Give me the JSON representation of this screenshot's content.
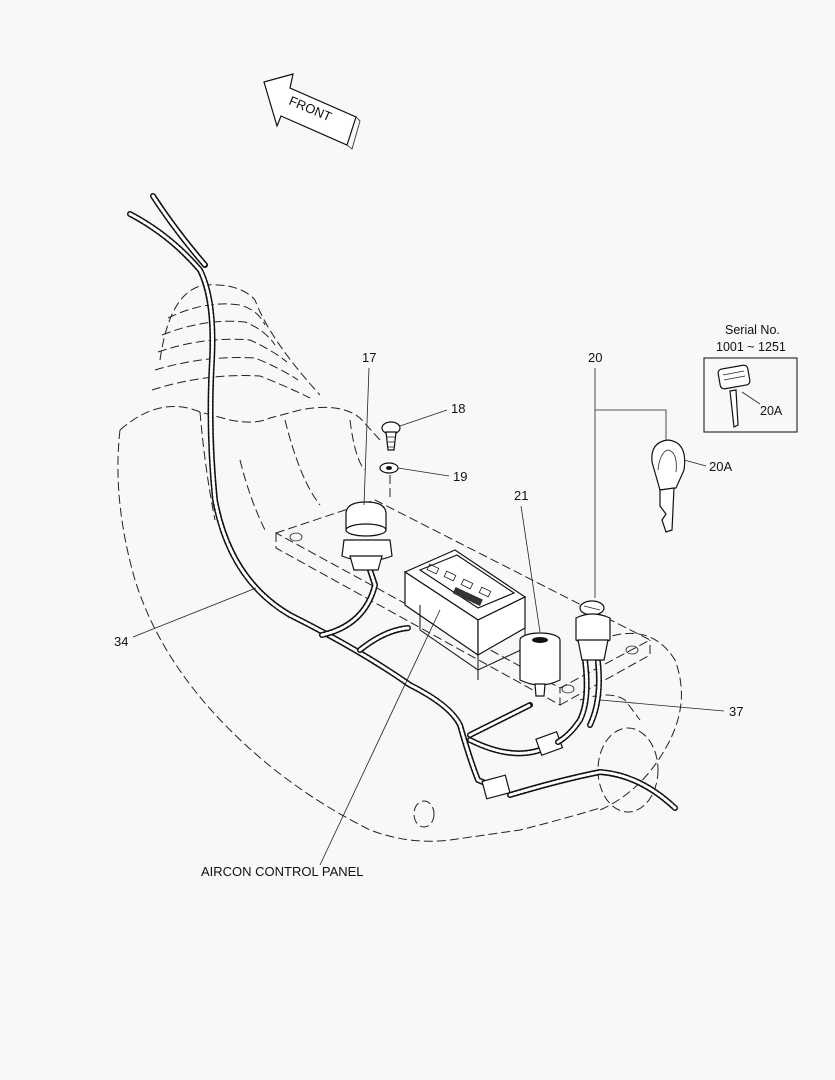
{
  "front_arrow": {
    "label": "FRONT"
  },
  "serial_box": {
    "title": "Serial No.",
    "range": "1001 ~ 1251",
    "part": "20A"
  },
  "callouts": {
    "c17": "17",
    "c18": "18",
    "c19": "19",
    "c20": "20",
    "c20a": "20A",
    "c21": "21",
    "c34": "34",
    "c37": "37",
    "aircon": "AIRCON CONTROL PANEL"
  }
}
